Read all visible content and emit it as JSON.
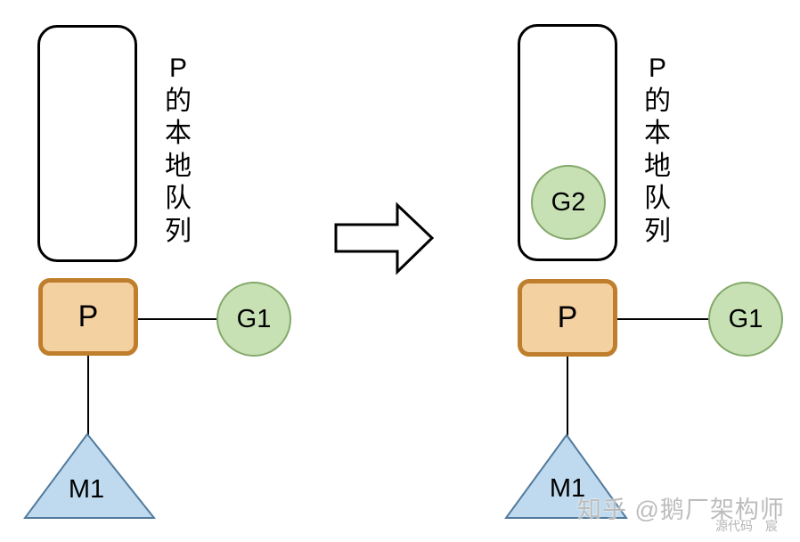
{
  "diagram": {
    "left": {
      "queue_label": "P\n的\n本\n地\n队\n列",
      "processor": "P",
      "goroutine": "G1",
      "machine": "M1"
    },
    "right": {
      "queue_label": "P\n的\n本\n地\n队\n列",
      "queued_goroutine": "G2",
      "processor": "P",
      "goroutine": "G1",
      "machine": "M1"
    }
  },
  "watermark": {
    "brand": "知乎 @鹅厂架构师",
    "author": "源代码　宸"
  },
  "colors": {
    "background": "#ffffff",
    "outline": "#000000",
    "processor_fill": "#f4d1a1",
    "processor_border": "#bf7e2c",
    "goroutine_fill": "#c7e1b4",
    "goroutine_border": "#84a96a",
    "machine_fill": "#bfdaee",
    "machine_border": "#517a9e",
    "watermark": "#bcbcbc"
  }
}
